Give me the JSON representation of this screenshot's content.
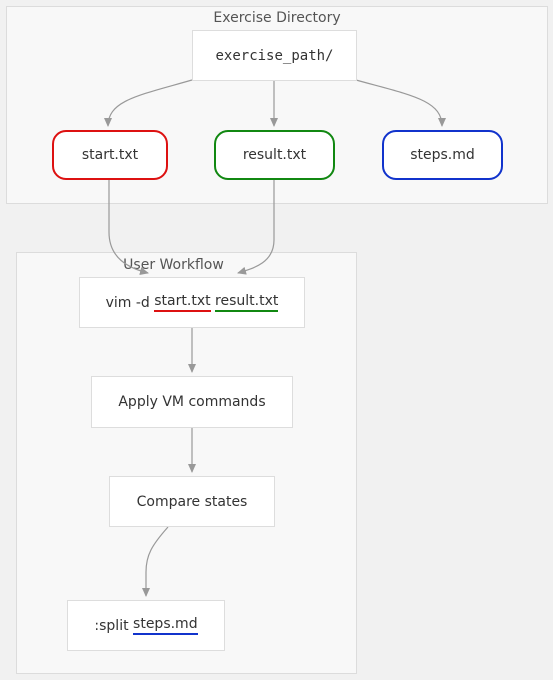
{
  "clusters": {
    "exercise_directory": {
      "title": "Exercise Directory"
    },
    "user_workflow": {
      "title": "User Workflow"
    }
  },
  "nodes": {
    "exercise_path": {
      "label": "exercise_path/"
    },
    "start": {
      "label": "start.txt",
      "border_color": "#dd1111"
    },
    "result": {
      "label": "result.txt",
      "border_color": "#118811"
    },
    "steps": {
      "label": "steps.md",
      "border_color": "#1133cc"
    },
    "vim_diff": {
      "prefix": "vim -d",
      "ref1": "start.txt",
      "ref2": "result.txt"
    },
    "apply": {
      "label": "Apply VM commands"
    },
    "compare": {
      "label": "Compare states"
    },
    "split": {
      "prefix": ":split",
      "ref": "steps.md"
    }
  },
  "edges": [
    {
      "from": "exercise_path",
      "to": "start"
    },
    {
      "from": "exercise_path",
      "to": "result"
    },
    {
      "from": "exercise_path",
      "to": "steps"
    },
    {
      "from": "start",
      "to": "vim_diff"
    },
    {
      "from": "result",
      "to": "vim_diff"
    },
    {
      "from": "vim_diff",
      "to": "apply"
    },
    {
      "from": "apply",
      "to": "compare"
    },
    {
      "from": "compare",
      "to": "split"
    }
  ]
}
